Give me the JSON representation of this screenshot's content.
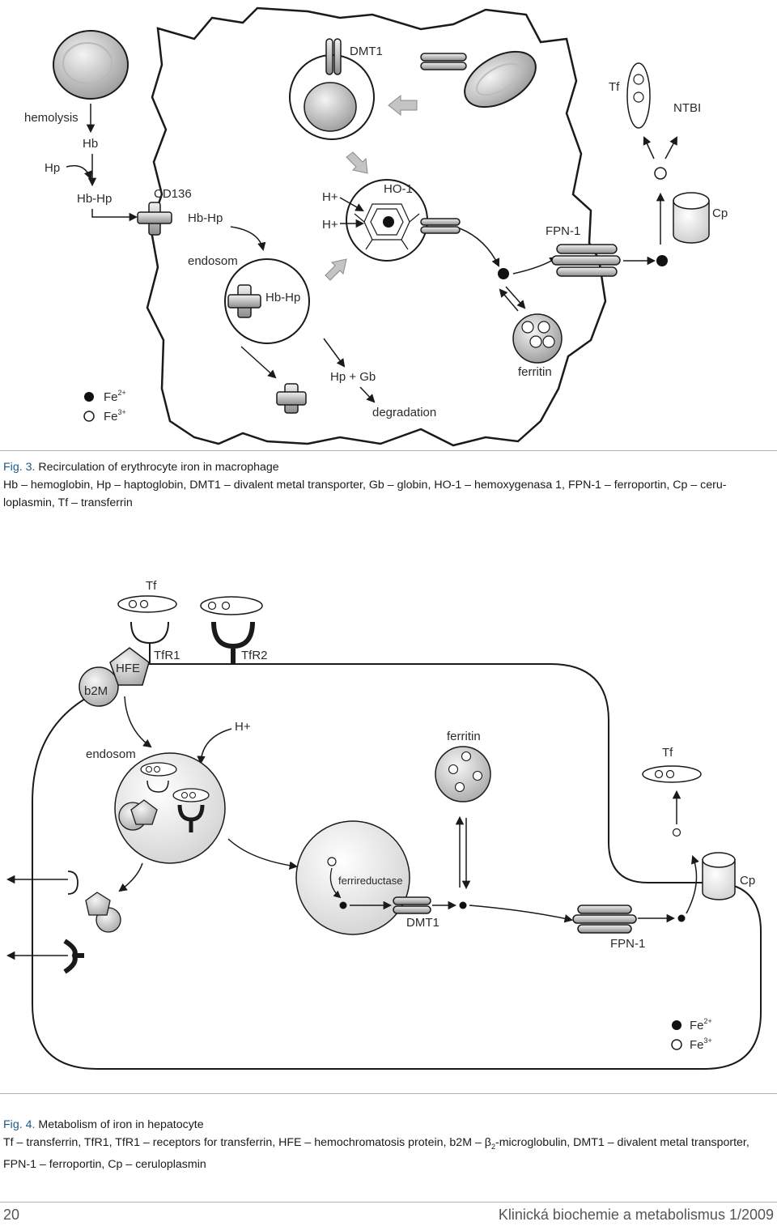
{
  "fig3": {
    "labels": {
      "hemolysis": "hemolysis",
      "hb": "Hb",
      "hp": "Hp",
      "hbhp": "Hb-Hp",
      "cd136": "CD136",
      "hbhp_inside": "Hb-Hp",
      "endosom": "endosom",
      "hbhp_endosome": "Hb-Hp",
      "dmt1": "DMT1",
      "hplus1": "H+",
      "hplus2": "H+",
      "ho1": "HO-1",
      "fpn1": "FPN-1",
      "tf": "Tf",
      "ntbi": "NTBI",
      "cp": "Cp",
      "ferritin": "ferritin",
      "hpgb": "Hp + Gb",
      "degradation": "degradation",
      "fe2": "Fe",
      "fe2_sup": "2+",
      "fe3": "Fe",
      "fe3_sup": "3+"
    },
    "caption_fig": "Fig. 3.",
    "caption_title": " Recirculation of erythrocyte iron in macrophage",
    "caption_body": "Hb – hemoglobin, Hp – haptoglobin, DMT1 – divalent metal transporter, Gb – globin, HO-1 – hemoxygenasa 1, FPN-1 – ferroportin, Cp – ceru-loplasmin, Tf – transferrin"
  },
  "fig4": {
    "labels": {
      "tf_top": "Tf",
      "tfr1": "TfR1",
      "tfr2": "TfR2",
      "hfe": "HFE",
      "b2m": "b2M",
      "endosom": "endosom",
      "hplus": "H+",
      "ferritin": "ferritin",
      "ferrireductase": "ferrireductase",
      "dmt1": "DMT1",
      "tf_right": "Tf",
      "cp": "Cp",
      "fpn1": "FPN-1",
      "fe2": "Fe",
      "fe2_sup": "2+",
      "fe3": "Fe",
      "fe3_sup": "3+"
    },
    "caption_fig": "Fig. 4.",
    "caption_title": " Metabolism of iron in hepatocyte",
    "caption_body_pre": "Tf – transferrin, TfR1, TfR1 – receptors for transferrin, HFE – hemochromatosis protein, b2M – β",
    "caption_sub": "2",
    "caption_body_post": "-microglobulin, DMT1 – divalent metal transporter, FPN-1 – ferroportin, Cp – ceruloplasmin"
  },
  "footer": {
    "page_number": "20",
    "journal": "Klinická biochemie a metabolismus 1/2009"
  }
}
